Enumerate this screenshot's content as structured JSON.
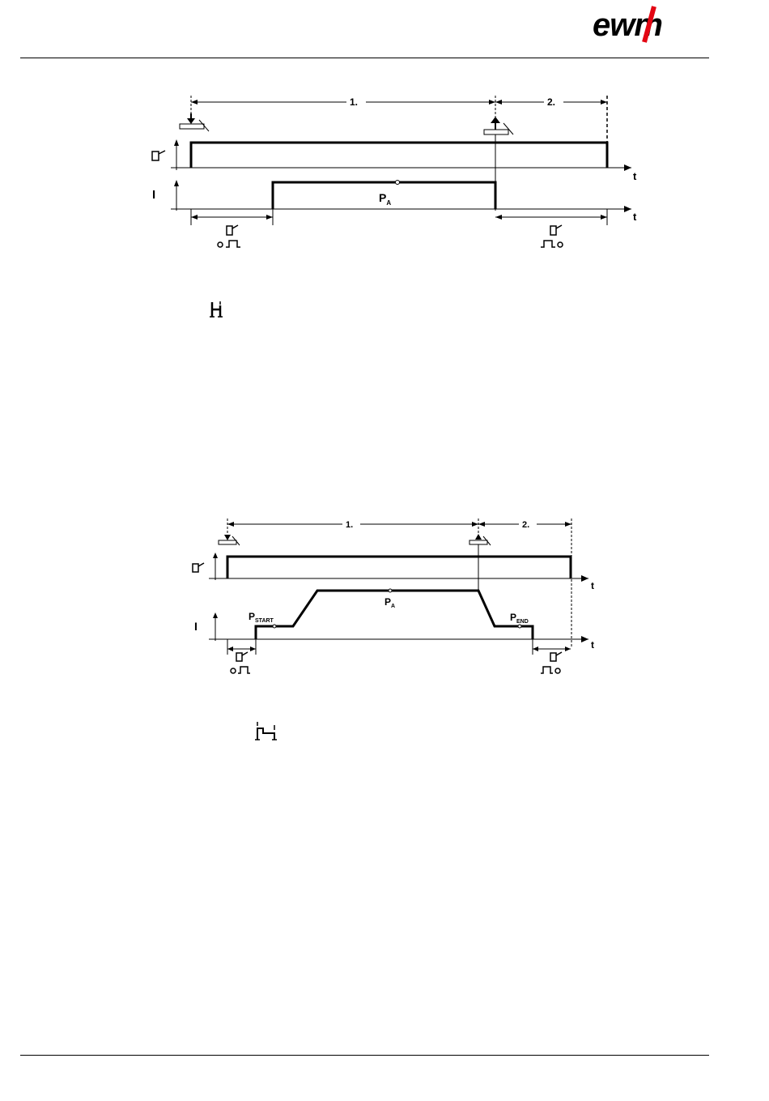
{
  "header": {
    "logo_text": "ewm",
    "logo_color": "#e30613"
  },
  "diagram1": {
    "phase1": "1.",
    "phase2": "2.",
    "gas_label": "gas-valve-icon",
    "current_label": "I",
    "time_label": "t",
    "main_power_P": "P",
    "main_power_sub": "A"
  },
  "diagram2": {
    "phase1": "1.",
    "phase2": "2.",
    "current_label": "I",
    "time_label": "t",
    "p_start": "P",
    "p_start_sub": "START",
    "p_main": "P",
    "p_main_sub": "A",
    "p_end": "P",
    "p_end_sub": "END"
  },
  "icons": [
    "two-cycle-hold-icon",
    "two-cycle-special-icon"
  ]
}
